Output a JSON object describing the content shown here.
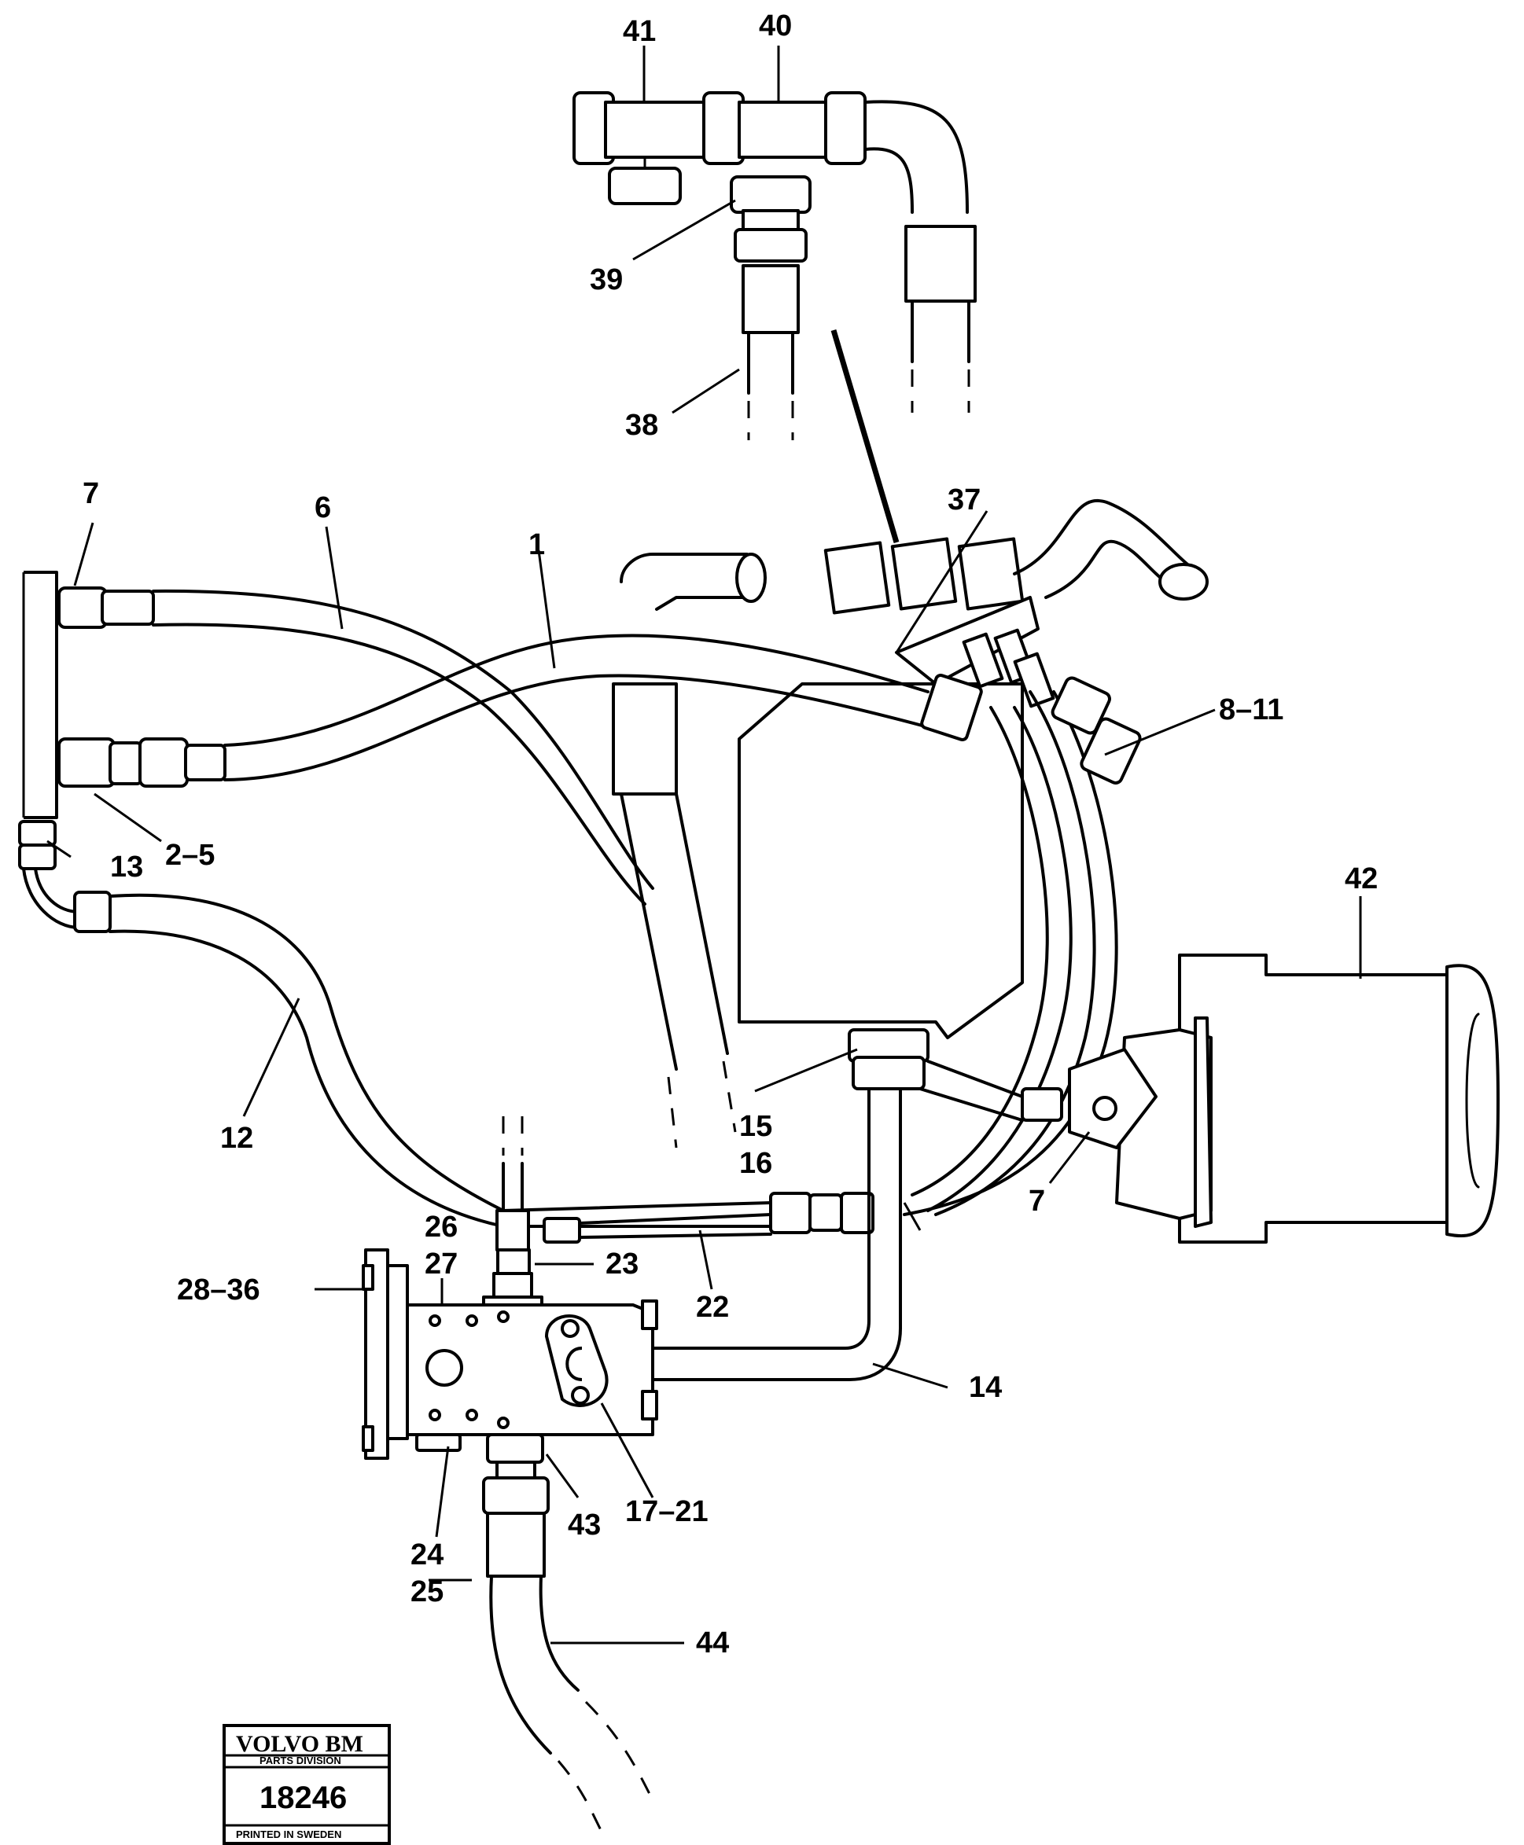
{
  "callouts": [
    {
      "id": "c41",
      "text": "41"
    },
    {
      "id": "c40",
      "text": "40"
    },
    {
      "id": "c39",
      "text": "39"
    },
    {
      "id": "c38",
      "text": "38"
    },
    {
      "id": "c37",
      "text": "37"
    },
    {
      "id": "c7a",
      "text": "7"
    },
    {
      "id": "c6",
      "text": "6"
    },
    {
      "id": "c1",
      "text": "1"
    },
    {
      "id": "c8_11",
      "text": "8–11"
    },
    {
      "id": "c2_5",
      "text": "2–5"
    },
    {
      "id": "c13",
      "text": "13"
    },
    {
      "id": "c42",
      "text": "42"
    },
    {
      "id": "c12",
      "text": "12"
    },
    {
      "id": "c15",
      "text": "15"
    },
    {
      "id": "c16",
      "text": "16"
    },
    {
      "id": "c7b",
      "text": "7"
    },
    {
      "id": "c26",
      "text": "26"
    },
    {
      "id": "c27",
      "text": "27"
    },
    {
      "id": "c23",
      "text": "23"
    },
    {
      "id": "c28_36",
      "text": "28–36"
    },
    {
      "id": "c22",
      "text": "22"
    },
    {
      "id": "c14",
      "text": "14"
    },
    {
      "id": "c17_21",
      "text": "17–21"
    },
    {
      "id": "c43",
      "text": "43"
    },
    {
      "id": "c24",
      "text": "24"
    },
    {
      "id": "c25",
      "text": "25"
    },
    {
      "id": "c44",
      "text": "44"
    }
  ],
  "stamp": {
    "brand": "VOLVO BM",
    "division": "PARTS DIVISION",
    "number": "18246",
    "printed": "PRINTED IN SWEDEN"
  }
}
